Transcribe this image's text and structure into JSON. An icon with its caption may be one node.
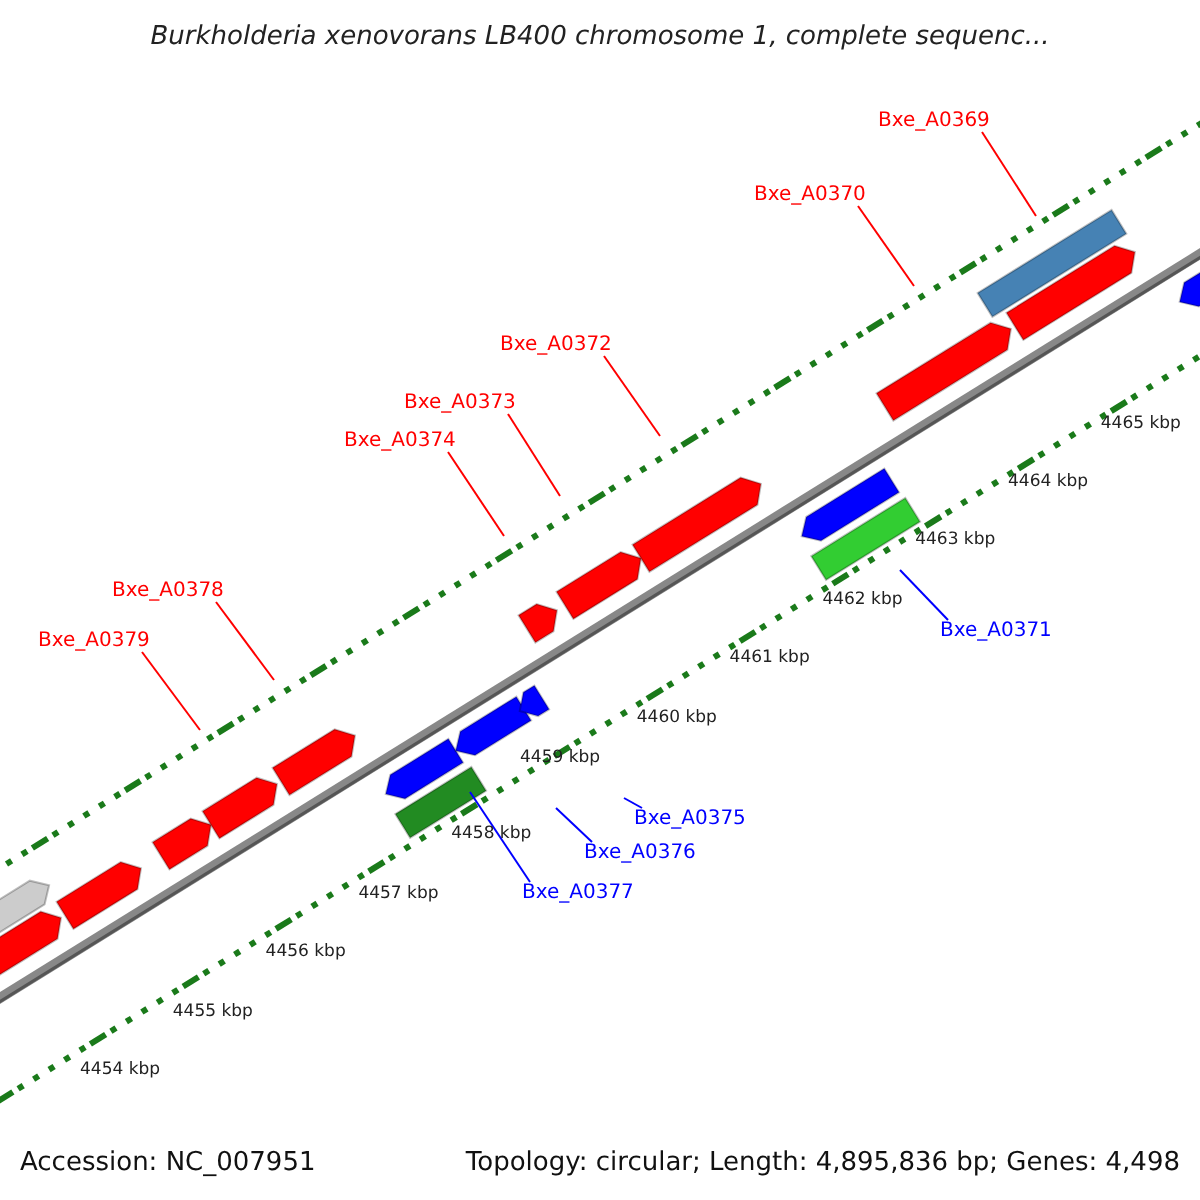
{
  "diagram": {
    "title": "Burkholderia xenovorans LB400 chromosome 1, complete sequenc...",
    "nodes": [
      {
        "text": [
          "Bxe_A0369"
        ]
      },
      {
        "text": [
          "Bxe_A0370"
        ]
      },
      {
        "text": [
          "Bxe_A0372"
        ]
      },
      {
        "text": [
          "Bxe_A0373"
        ]
      },
      {
        "text": [
          "Bxe_A0374"
        ]
      },
      {
        "text": [
          "Bxe_A0371"
        ]
      },
      {
        "text": [
          "Bxe_A0378"
        ]
      },
      {
        "text": [
          "Bxe_A0379"
        ]
      },
      {
        "text": [
          "Bxe_A0375"
        ]
      },
      {
        "text": [
          "Bxe_A0376"
        ]
      },
      {
        "text": [
          "Bxe_A0377"
        ]
      }
    ],
    "edges": [
      {
        "from": 0,
        "to": null,
        "arrow": "none"
      },
      {
        "from": 1,
        "to": null,
        "arrow": "none"
      },
      {
        "from": 2,
        "to": null,
        "arrow": "none"
      },
      {
        "from": 3,
        "to": null,
        "arrow": "none"
      },
      {
        "from": 4,
        "to": null,
        "arrow": "none"
      },
      {
        "from": 5,
        "to": null,
        "arrow": "none",
        "color": "#0000ff"
      },
      {
        "from": 6,
        "to": null,
        "arrow": "none"
      },
      {
        "from": 7,
        "to": null,
        "arrow": "none"
      },
      {
        "from": 8,
        "to": null,
        "arrow": "none",
        "color": "#0000ff"
      },
      {
        "from": 9,
        "to": null,
        "arrow": "none",
        "color": "#0000ff"
      },
      {
        "from": 10,
        "to": null,
        "arrow": "none",
        "color": "#0000ff"
      }
    ],
    "labels": [
      "4465 kbp",
      "4464 kbp",
      "4463 kbp",
      "4462 kbp",
      "4461 kbp",
      "4460 kbp",
      "4459 kbp",
      "4458 kbp",
      "4457 kbp",
      "4456 kbp",
      "4455 kbp",
      "4454 kbp",
      "Accession: NC_007951",
      "Topology: circular; Length: 4,895,836 bp; Genes: 4,498"
    ]
  }
}
